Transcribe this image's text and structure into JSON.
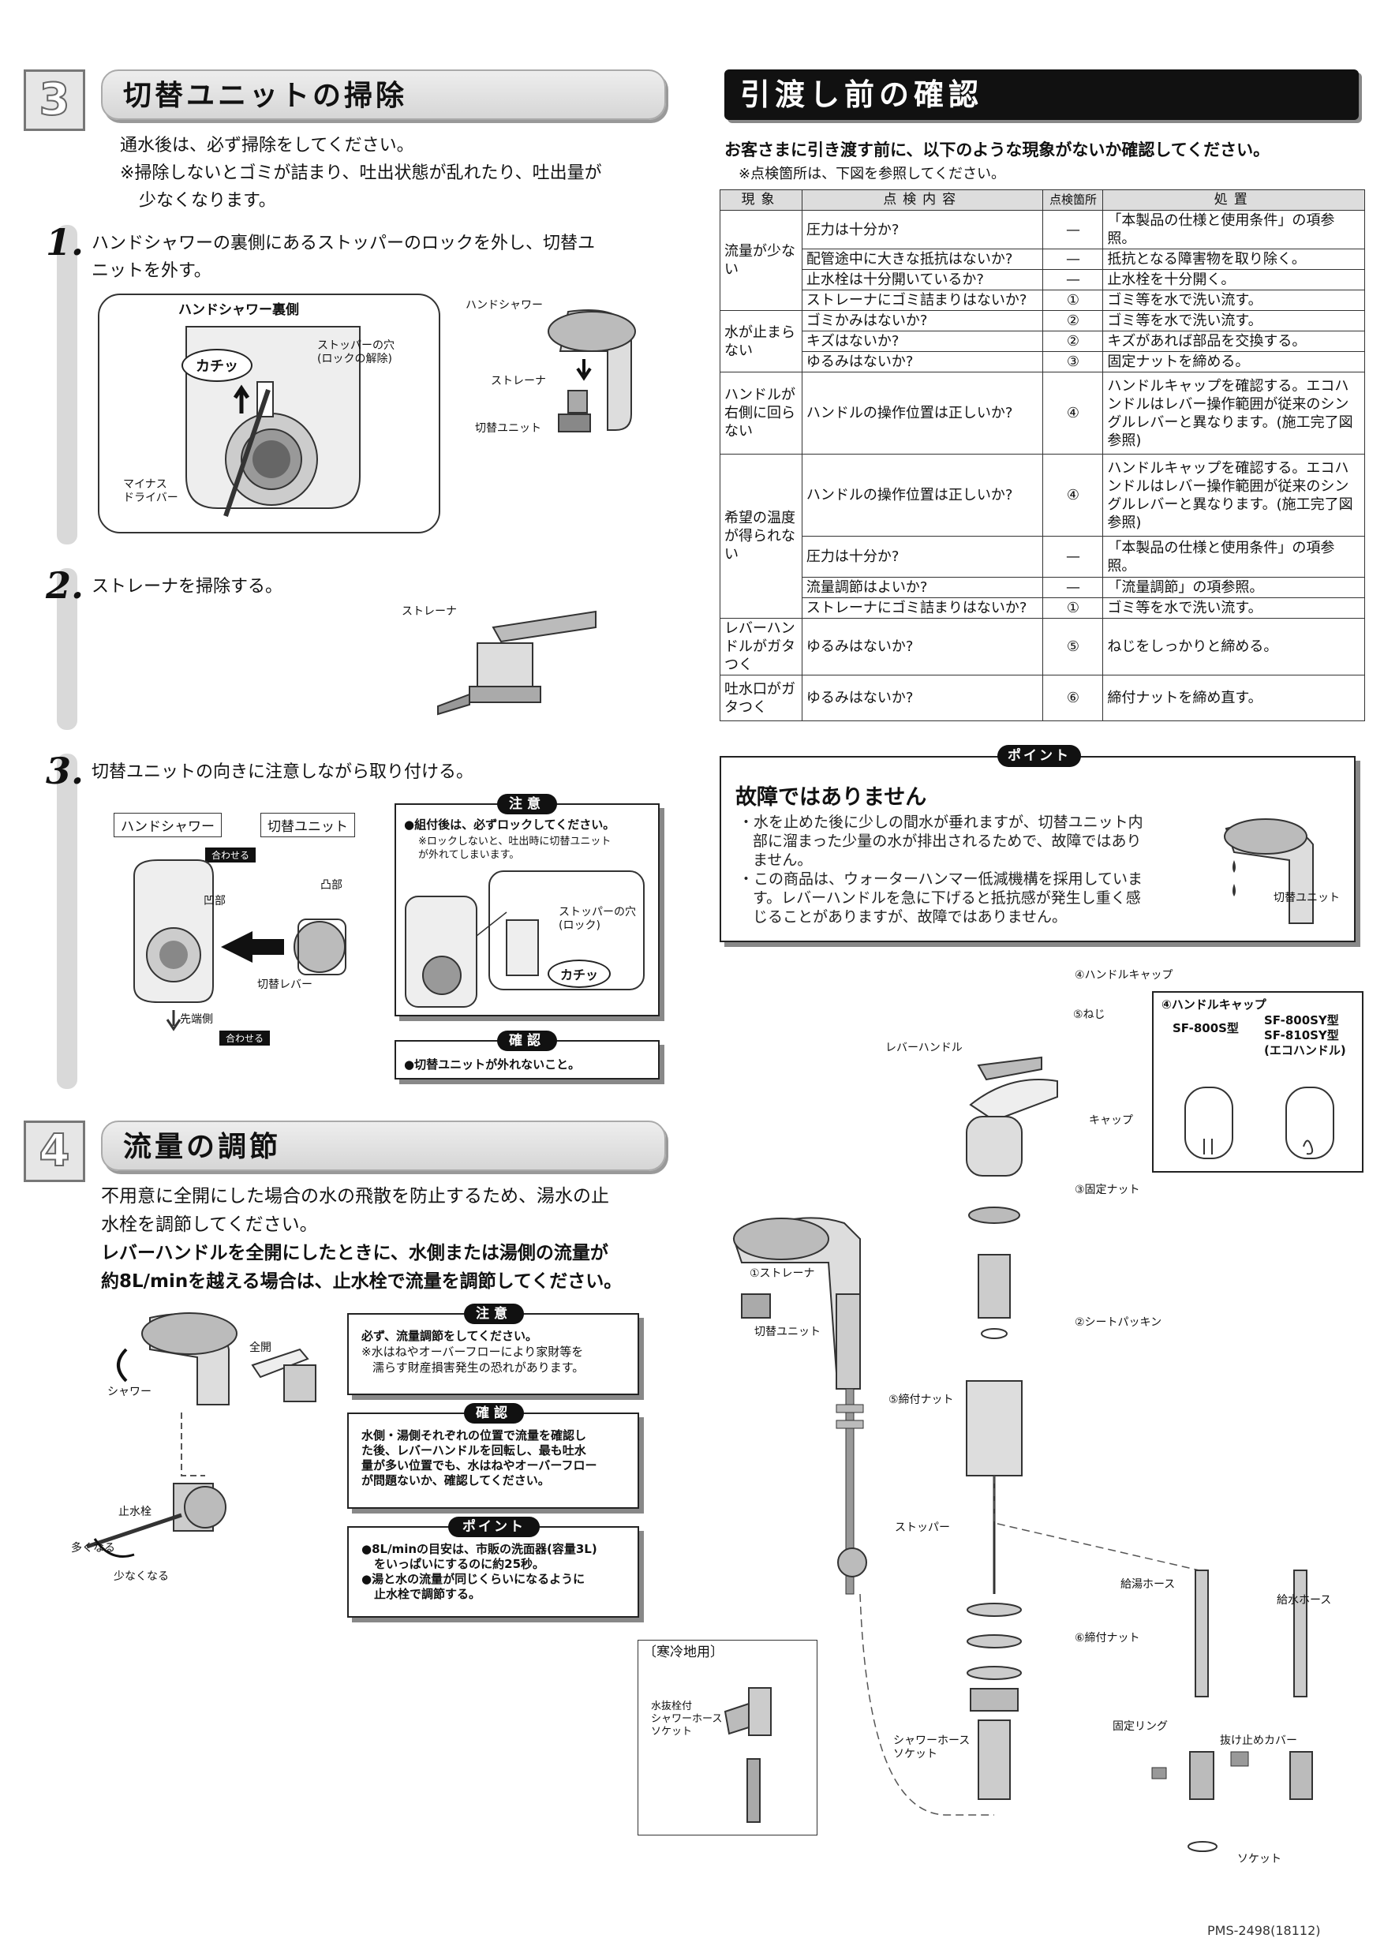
{
  "section3": {
    "number": "3",
    "title": "切替ユニットの掃除",
    "intro1": "通水後は、必ず掃除をしてください。",
    "intro2": "※掃除しないとゴミが詰まり、吐出状態が乱れたり、吐出量が",
    "intro3": "少なくなります。",
    "step1": {
      "num": "1.",
      "text1": "ハンドシャワーの裏側にあるストッパーのロックを外し、切替ユ",
      "text2": "ニットを外す。",
      "fig_title": "ハンドシャワー裏側",
      "label_click": "カチッ",
      "label_stopper1": "ストッパーの穴",
      "label_stopper2": "(ロックの解除)",
      "label_driver1": "マイナス",
      "label_driver2": "ドライバー",
      "label_shower": "ハンドシャワー",
      "label_strainer": "ストレーナ",
      "label_unit": "切替ユニット"
    },
    "step2": {
      "num": "2.",
      "text": "ストレーナを掃除する。",
      "label_strainer": "ストレーナ"
    },
    "step3": {
      "num": "3.",
      "text": "切替ユニットの向きに注意しながら取り付ける。",
      "tag_shower": "ハンドシャワー",
      "tag_unit": "切替ユニット",
      "badge_align": "合わせる",
      "label_concave": "凹部",
      "label_convex": "凸部",
      "label_lever": "切替レバー",
      "label_tip": "先端側",
      "caution_title": "注意",
      "caution1": "●組付後は、必ずロックしてください。",
      "caution2": "※ロックしないと、吐出時に切替ユニット",
      "caution3": "が外れてしまいます。",
      "label_hole1": "ストッパーの穴",
      "label_hole2": "(ロック)",
      "label_click": "カチッ",
      "confirm_title": "確認",
      "confirm_text": "●切替ユニットが外れないこと。"
    }
  },
  "section4": {
    "number": "4",
    "title": "流量の調節",
    "p1": "不用意に全開にした場合の水の飛散を防止するため、湯水の止",
    "p2": "水栓を調節してください。",
    "p3": "レバーハンドルを全開にしたときに、水側または湯側の流量が",
    "p4": "約8L/minを越える場合は、止水栓で流量を調節してください。",
    "label_shower": "シャワー",
    "label_full": "全開",
    "label_valve": "止水栓",
    "label_more": "多くなる",
    "label_less": "少なくなる",
    "caution_title": "注意",
    "caution1": "必ず、流量調節をしてください。",
    "caution2": "※水はねやオーバーフローにより家財等を",
    "caution3": "濡らす財産損害発生の恐れがあります。",
    "confirm_title": "確認",
    "confirm1": "水側・湯側それぞれの位置で流量を確認し",
    "confirm2": "た後、レバーハンドルを回転し、最も吐水",
    "confirm3": "量が多い位置でも、水はねやオーバーフロー",
    "confirm4": "が問題ないか、確認してください。",
    "point_title": "ポイント",
    "point1": "●8L/minの目安は、市販の洗面器(容量3L)",
    "point2": "をいっぱいにするのに約25秒。",
    "point3": "●湯と水の流量が同じくらいになるように",
    "point4": "止水栓で調節する。"
  },
  "section_check": {
    "title": "引渡し前の確認",
    "lead": "お客さまに引き渡す前に、以下のような現象がないか確認してください。",
    "note": "※点検箇所は、下図を参照してください。",
    "headers": [
      "現象",
      "点検内容",
      "点検箇所",
      "処置"
    ],
    "rows": [
      {
        "phenomenon": "流量が少ない",
        "span": 4,
        "item": "圧力は十分か?",
        "loc": "—",
        "action": "「本製品の仕様と使用条件」の項参照。"
      },
      {
        "item": "配管途中に大きな抵抗はないか?",
        "loc": "—",
        "action": "抵抗となる障害物を取り除く。"
      },
      {
        "item": "止水栓は十分開いているか?",
        "loc": "—",
        "action": "止水栓を十分開く。"
      },
      {
        "item": "ストレーナにゴミ詰まりはないか?",
        "loc": "①",
        "action": "ゴミ等を水で洗い流す。"
      },
      {
        "phenomenon": "水が止まらない",
        "span": 3,
        "item": "ゴミかみはないか?",
        "loc": "②",
        "action": "ゴミ等を水で洗い流す。"
      },
      {
        "item": "キズはないか?",
        "loc": "②",
        "action": "キズがあれば部品を交換する。"
      },
      {
        "item": "ゆるみはないか?",
        "loc": "③",
        "action": "固定ナットを締める。"
      },
      {
        "phenomenon": "ハンドルが右側に回らない",
        "span": 1,
        "item": "ハンドルの操作位置は正しいか?",
        "loc": "④",
        "action": "ハンドルキャップを確認する。エコハンドルはレバー操作範囲が従来のシングルレバーと異なります。(施工完了図参照)"
      },
      {
        "phenomenon": "希望の温度が得られない",
        "span": 4,
        "item": "ハンドルの操作位置は正しいか?",
        "loc": "④",
        "action": "ハンドルキャップを確認する。エコハンドルはレバー操作範囲が従来のシングルレバーと異なります。(施工完了図参照)"
      },
      {
        "item": "圧力は十分か?",
        "loc": "—",
        "action": "「本製品の仕様と使用条件」の項参照。"
      },
      {
        "item": "流量調節はよいか?",
        "loc": "—",
        "action": "「流量調節」の項参照。"
      },
      {
        "item": "ストレーナにゴミ詰まりはないか?",
        "loc": "①",
        "action": "ゴミ等を水で洗い流す。"
      },
      {
        "phenomenon": "レバーハンドルがガタつく",
        "span": 1,
        "item": "ゆるみはないか?",
        "loc": "⑤",
        "action": "ねじをしっかりと締める。"
      },
      {
        "phenomenon": "吐水口がガタつく",
        "span": 1,
        "item": "ゆるみはないか?",
        "loc": "⑥",
        "action": "締付ナットを締め直す。"
      }
    ]
  },
  "point_box": {
    "badge": "ポイント",
    "title": "故障ではありません",
    "b1_1": "・水を止めた後に少しの間水が垂れますが、切替ユニット内",
    "b1_2": "部に溜まった少量の水が排出されるためで、故障ではあり",
    "b1_3": "ません。",
    "b2_1": "・この商品は、ウォーターハンマー低減機構を採用していま",
    "b2_2": "す。レバーハンドルを急に下げると抵抗感が発生し重く感",
    "b2_3": "じることがありますが、故障ではありません。",
    "label_unit": "切替ユニット"
  },
  "exploded": {
    "handle_cap": "④ハンドルキャップ",
    "screw": "⑤ねじ",
    "lever": "レバーハンドル",
    "cap": "キャップ",
    "fix_nut": "③固定ナット",
    "seat": "②シートパッキン",
    "strainer": "①ストレーナ",
    "unit": "切替ユニット",
    "tight_nut5": "⑤締付ナット",
    "stopper": "ストッパー",
    "hot_hose": "給湯ホース",
    "cold_hose": "給水ホース",
    "tight_nut6": "⑥締付ナット",
    "shower_socket1": "シャワーホース",
    "shower_socket2": "ソケット",
    "fix_ring": "固定リング",
    "cover": "抜け止めカバー",
    "socket": "ソケット",
    "cap_box": {
      "title": "④ハンドルキャップ",
      "s800": "SF-800S型",
      "sy1": "SF-800SY型",
      "sy2": "SF-810SY型",
      "eco": "(エコハンドル)"
    },
    "cold_box": {
      "title": "〔寒冷地用〕",
      "l1": "水抜栓付",
      "l2": "シャワーホース",
      "l3": "ソケット"
    }
  },
  "doc_code": "PMS-2498(18112)"
}
